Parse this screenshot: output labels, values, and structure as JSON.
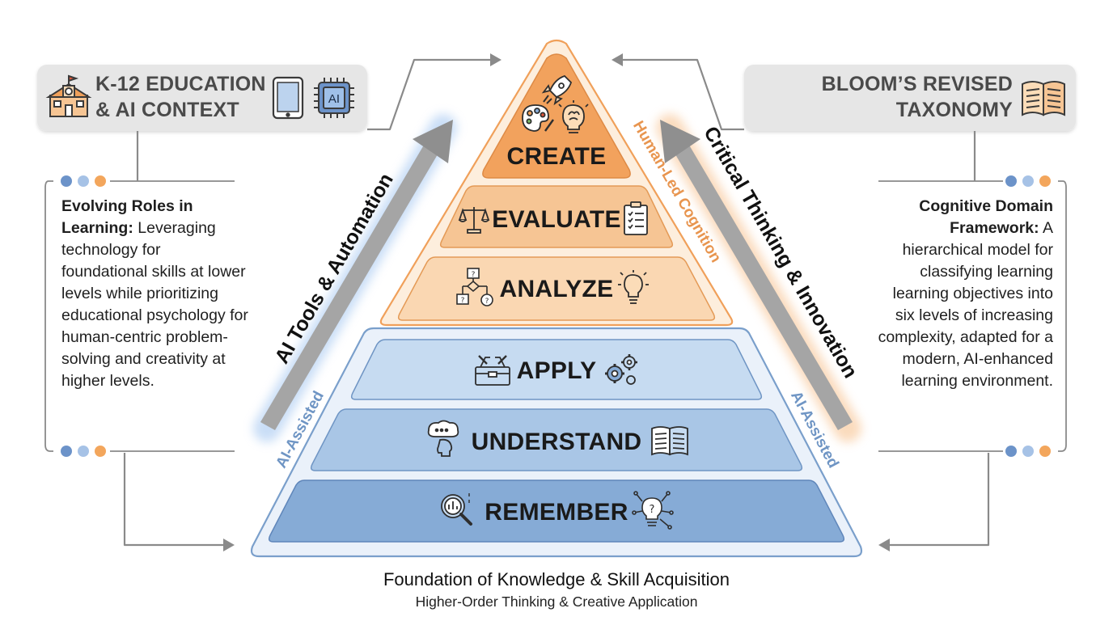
{
  "header_left": {
    "line1": "K-12 EDUCATION",
    "line2": "& AI CONTEXT",
    "icons": [
      "school-building-icon",
      "tablet-icon",
      "ai-chip-icon"
    ],
    "chip_text": "AI"
  },
  "header_right": {
    "line1": "BLOOM’S REVISED",
    "line2": "TAXONOMY",
    "icons": [
      "open-book-icon"
    ]
  },
  "panel_left": {
    "title": "Evolving Roles in Learning:",
    "body": "Leveraging technology for foundational skills at lower levels while prioritizing educational psychology for human-centric problem-solving and creativity at higher levels."
  },
  "panel_right": {
    "title": "Cognitive Domain Framework:",
    "body": "A hierarchical model for classifying learning learning objectives into six levels of increasing complexity, adapted for a modern, AI-enhanced learning environment."
  },
  "pyramid": {
    "levels": [
      {
        "label": "CREATE",
        "group": "human",
        "icons": [
          "rocket-icon",
          "palette-icon",
          "brain-lightbulb-icon"
        ]
      },
      {
        "label": "EVALUATE",
        "group": "human",
        "icons": [
          "scales-icon",
          "checklist-icon"
        ]
      },
      {
        "label": "ANALYZE",
        "group": "human",
        "icons": [
          "flowchart-icon",
          "lightbulb-icon"
        ]
      },
      {
        "label": "APPLY",
        "group": "ai",
        "icons": [
          "toolbox-icon",
          "gears-icon"
        ]
      },
      {
        "label": "UNDERSTAND",
        "group": "ai",
        "icons": [
          "thinking-head-icon",
          "open-book-icon"
        ]
      },
      {
        "label": "REMEMBER",
        "group": "ai",
        "icons": [
          "magnifier-chart-icon",
          "network-bulb-icon"
        ]
      }
    ],
    "human_side_label": "Human-Led Cognition",
    "ai_side_label_left": "AI-Assisted",
    "ai_side_label_right": "AI-Assisted"
  },
  "arrows": {
    "left_label": "AI Tools & Automation",
    "right_label": "Critical Thinking & Innovation"
  },
  "captions": {
    "main": "Foundation of Knowledge & Skill Acquisition",
    "sub": "Higher-Order Thinking & Creative Application"
  },
  "colors": {
    "orange_dark": "#f0a05a",
    "orange_mid": "#f6c594",
    "orange_light": "#fbdcb8",
    "blue_dark": "#86abd6",
    "blue_mid": "#a9c6e6",
    "blue_light": "#c6dbf1",
    "header_bg": "#e6e6e6",
    "connector": "#8a8a8a",
    "dot_blue_dark": "#6c93c9",
    "dot_blue_light": "#a6c2e6",
    "dot_orange": "#f3a65c"
  }
}
